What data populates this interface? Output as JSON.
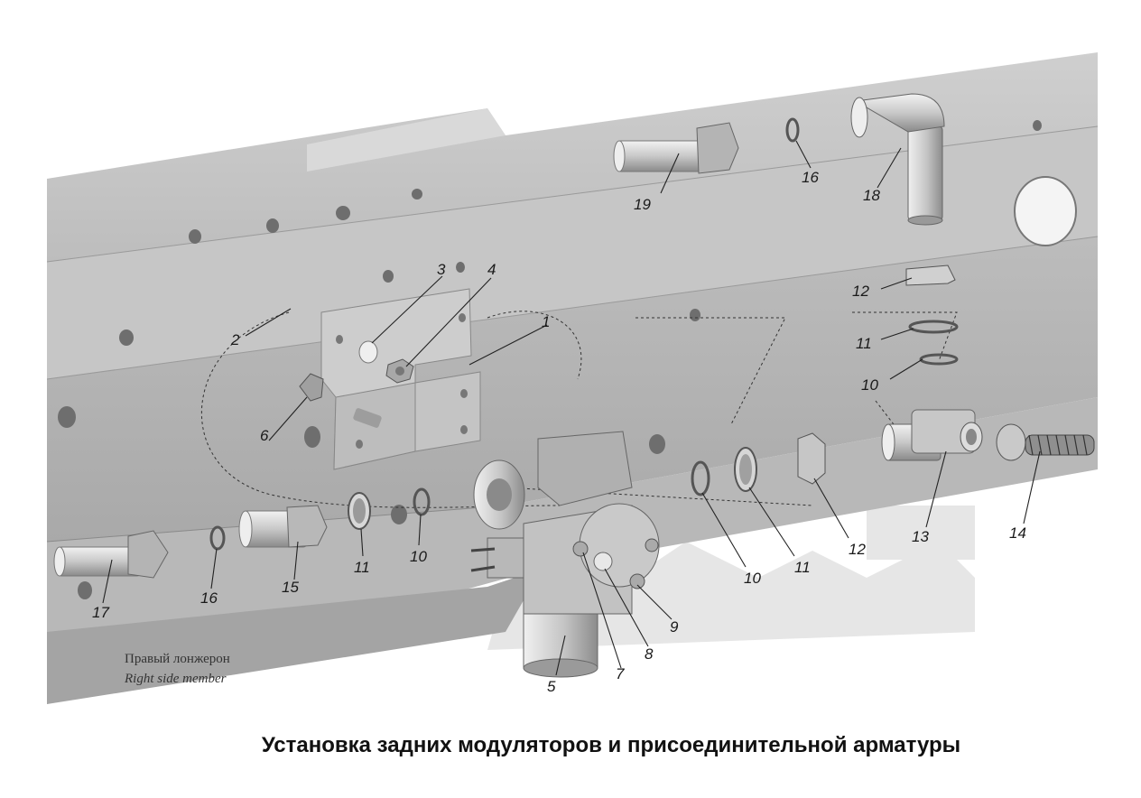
{
  "caption": "Установка задних модуляторов и присоединительной арматуры",
  "member_label_ru": "Правый лонжерон",
  "member_label_en": "Right side member",
  "callouts": [
    "1",
    "2",
    "3",
    "4",
    "5",
    "6",
    "7",
    "8",
    "9",
    "10",
    "10",
    "10",
    "11",
    "11",
    "11",
    "12",
    "12",
    "13",
    "14",
    "15",
    "16",
    "16",
    "17",
    "18",
    "19"
  ],
  "colors": {
    "frame_top": "#c9c9c9",
    "frame_face": "#b3b3b3",
    "frame_dark": "#8f8f8f",
    "part_light": "#d4d4d4",
    "watermark": "#e4e4e4"
  }
}
